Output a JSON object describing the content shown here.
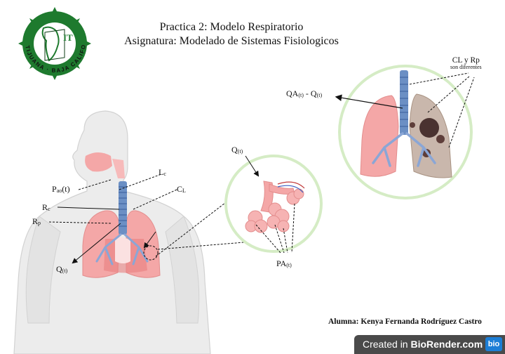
{
  "title": {
    "line1": "Practica 2: Modelo Respiratorio",
    "line2": "Asignatura: Modelado de Sistemas Fisiologicos"
  },
  "logo": {
    "text": "TIJUANA BAJA CALIFORNIA",
    "colors": {
      "green": "#1e7a2e",
      "dark": "#0d3d16"
    }
  },
  "labels": {
    "pao": {
      "main": "P",
      "sub": "ao",
      "rest": "(t)"
    },
    "lc": {
      "main": "L",
      "sub": "c"
    },
    "cl": {
      "main": "C",
      "sub": "L"
    },
    "rc": {
      "main": "R",
      "sub": "c"
    },
    "rp": {
      "main": "R",
      "sub": "p"
    },
    "q_body": {
      "main": "Q",
      "sub": "(t)"
    },
    "q_alv": {
      "main": "Q",
      "sub": "(t)"
    },
    "pa": {
      "main": "PA",
      "sub": "(t)"
    },
    "qa": {
      "main": "QA",
      "sub": "(t)",
      "mid": " - Q",
      "sub2": "(t)"
    },
    "cl_rp": {
      "line1": "CL y Rp",
      "line2": "son diferentes"
    }
  },
  "author": "Alumna: Kenya Fernanda Rodríguez Castro",
  "watermark": {
    "prefix": "Created in ",
    "brand": "BioRender.com",
    "badge": "bio"
  },
  "colors": {
    "lung": "#f4a7a7",
    "lung_dark": "#e58a8a",
    "trachea": "#6b8fc4",
    "bronchi": "#8aa6d6",
    "body": "#e6e6e6",
    "circle_ring": "#d5ecc5",
    "damage": "#4a3230"
  }
}
